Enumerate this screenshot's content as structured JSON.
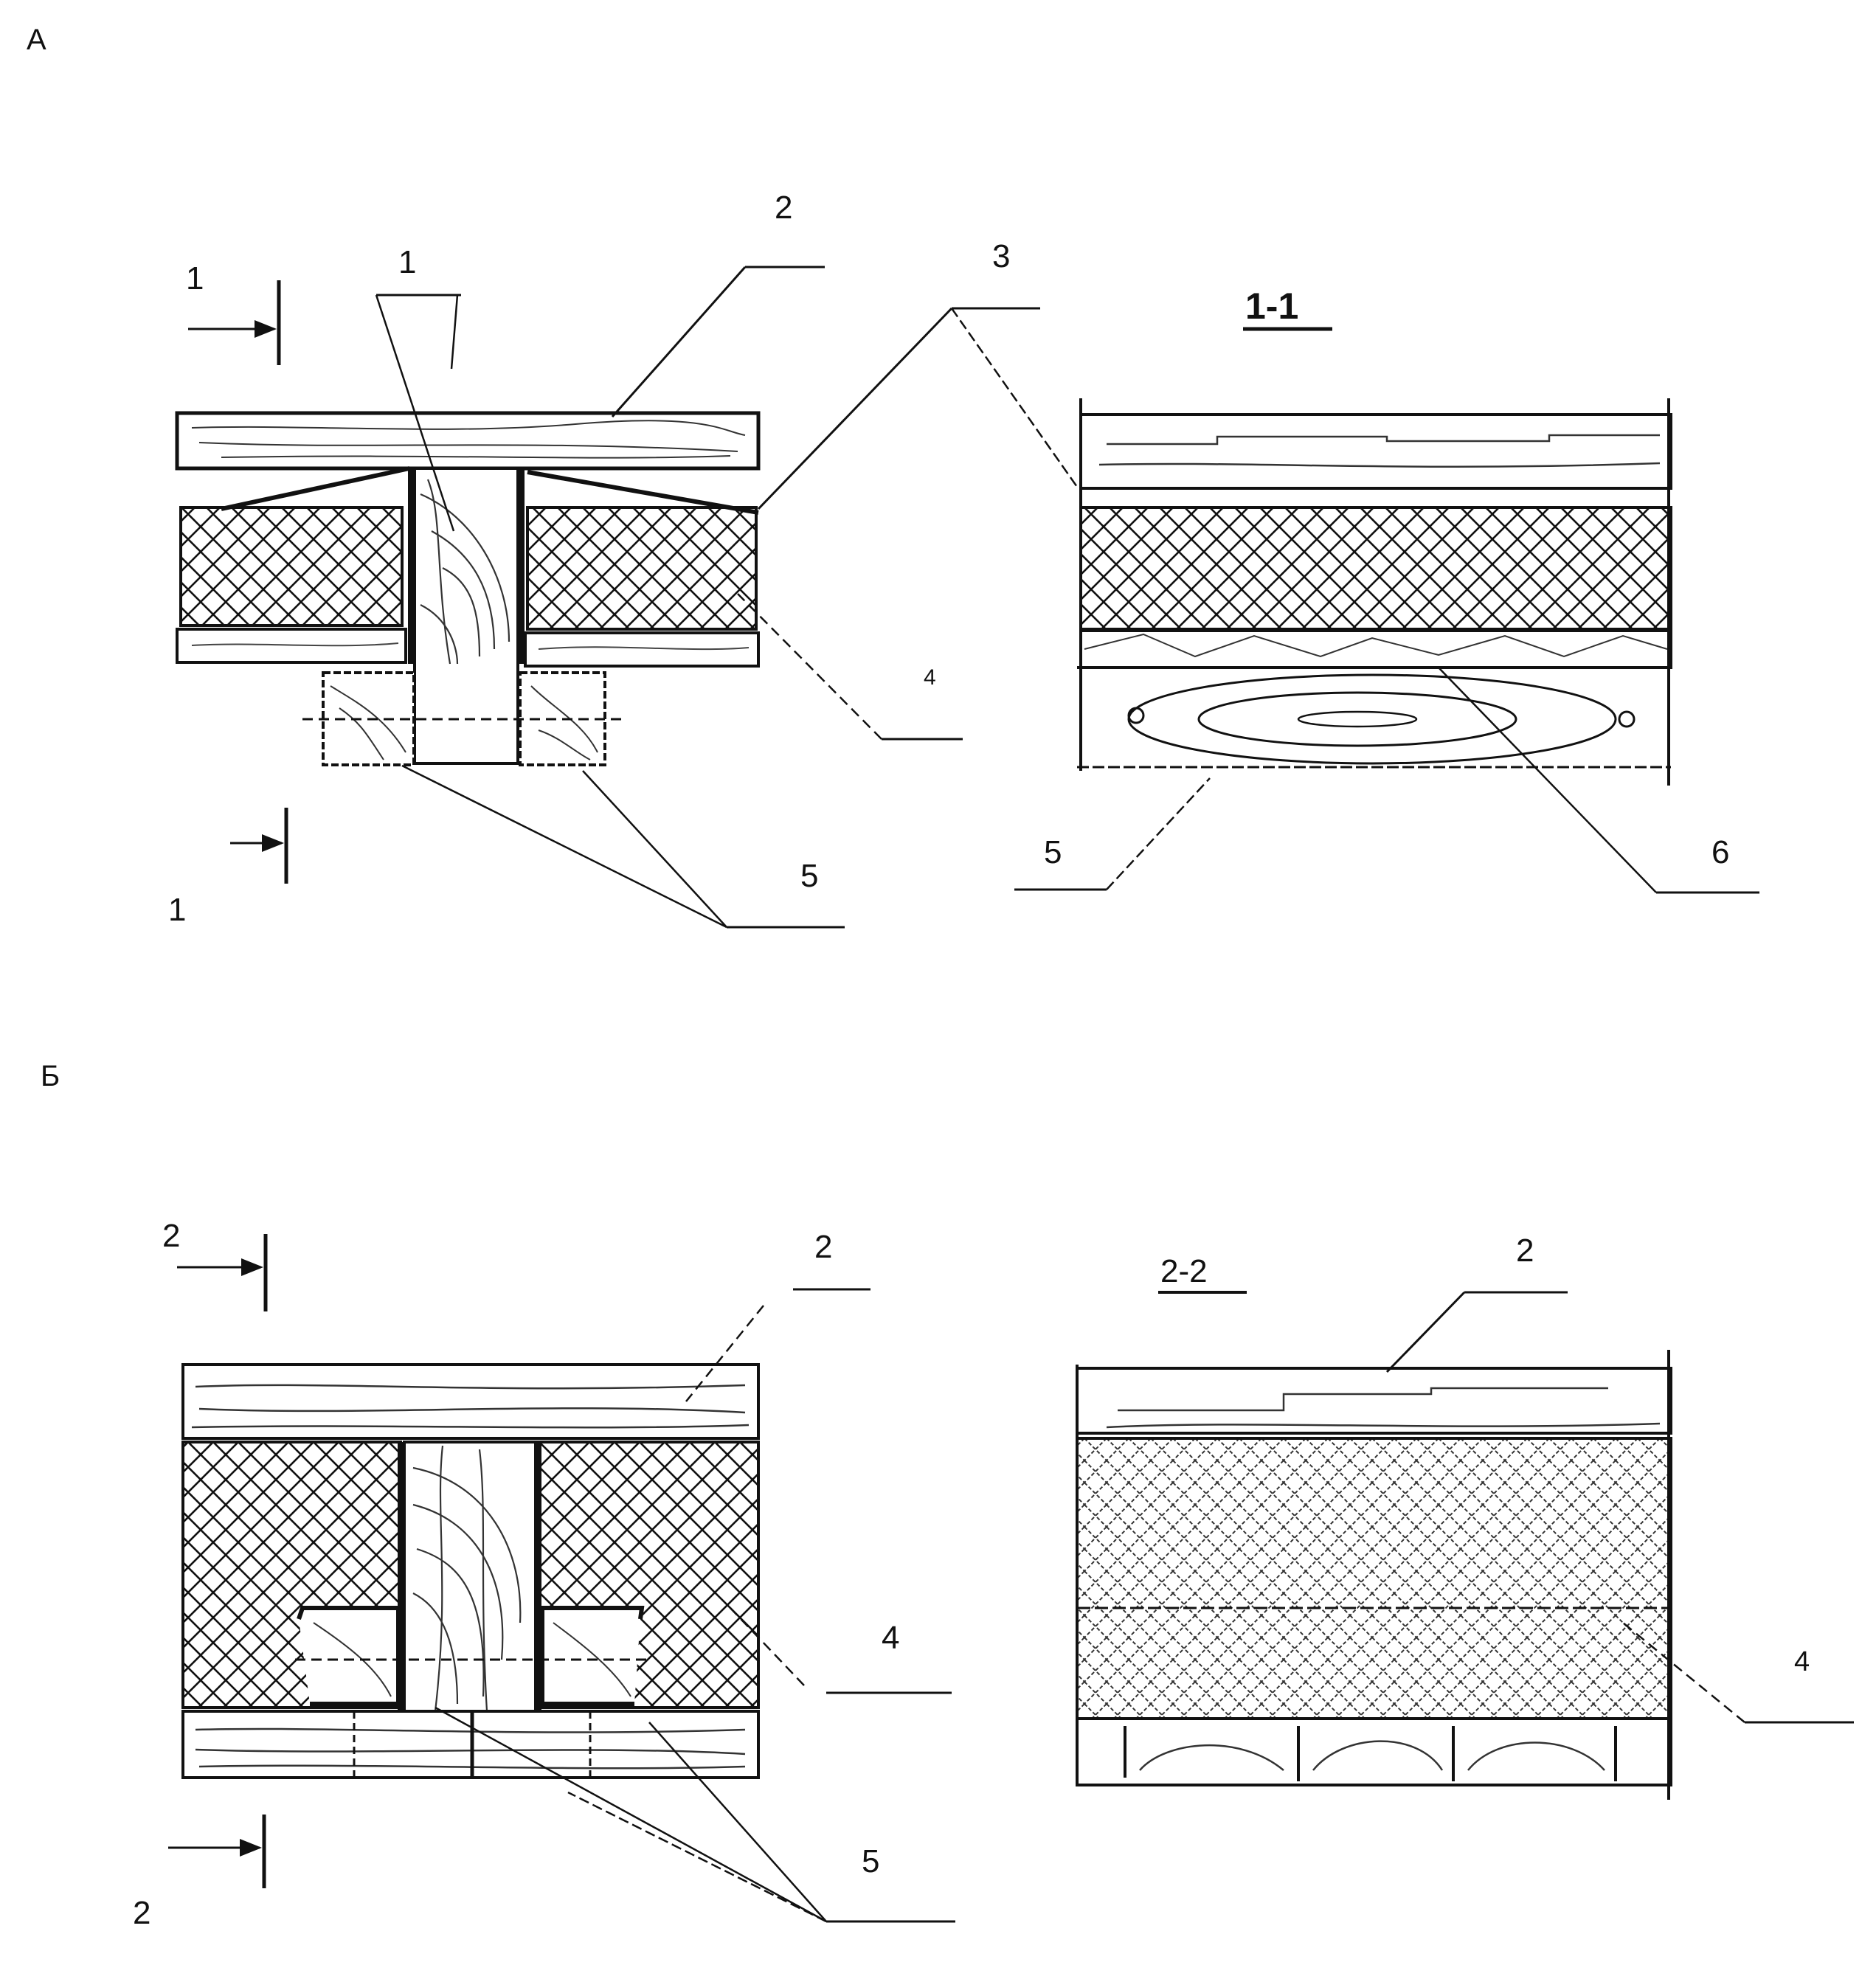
{
  "figure_a": {
    "letter": "А",
    "section_mark": "1",
    "section_title": "1-1",
    "callouts": {
      "c1": "1",
      "c2": "2",
      "c3": "3",
      "c4": "4",
      "c5": "5",
      "c5_section": "5",
      "c6": "6"
    }
  },
  "figure_b": {
    "letter": "Б",
    "section_mark": "2",
    "section_title": "2-2",
    "callouts": {
      "c2": "2",
      "c2_section": "2",
      "c4": "4",
      "c4_section": "4",
      "c5": "5"
    }
  },
  "colors": {
    "ink": "#111111",
    "paper": "#ffffff"
  }
}
